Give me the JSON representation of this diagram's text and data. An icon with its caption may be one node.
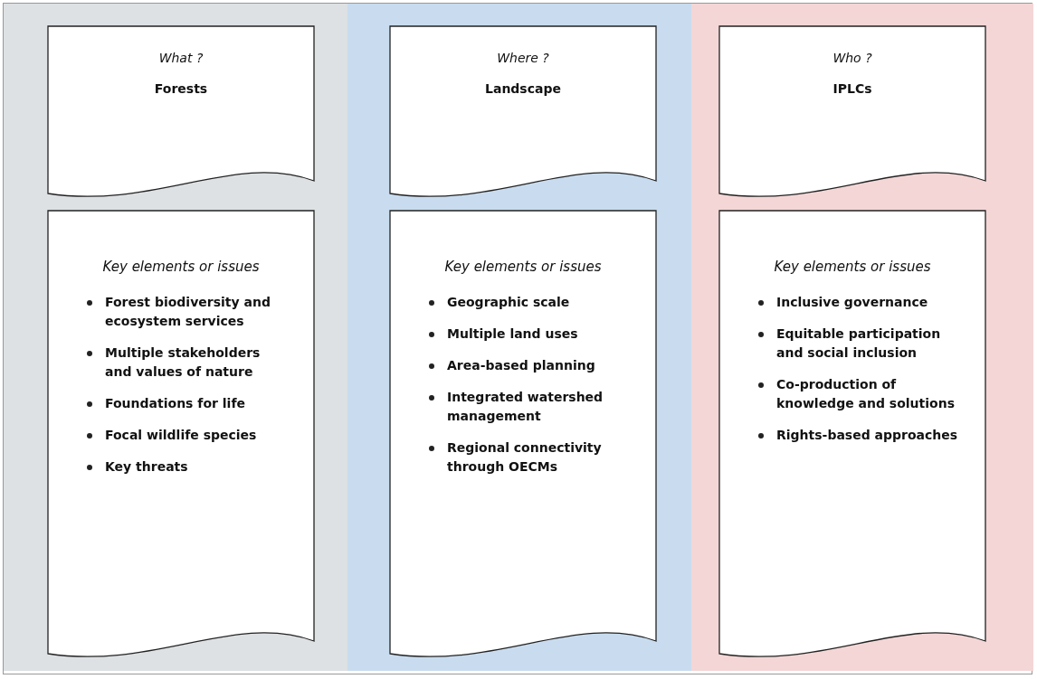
{
  "diagram": {
    "nodes": [
      {
        "text": [
          "What ?",
          "Forests"
        ]
      },
      {
        "text": [
          "Key elements or issues",
          "Forest biodiversity and ecosystem services",
          "Multiple stakeholders and values of nature",
          "Foundations for life",
          "Focal wildlife species",
          "Key threats"
        ]
      },
      {
        "text": [
          "Where ?",
          "Landscape"
        ]
      },
      {
        "text": [
          "Key elements or issues",
          "Geographic scale",
          "Multiple land uses",
          "Area-based planning",
          "Integrated watershed management",
          "Regional connectivity through OECMs"
        ]
      },
      {
        "text": [
          "Who ?",
          "IPLCs"
        ]
      },
      {
        "text": [
          "Key elements or issues",
          "Inclusive governance",
          "Equitable participation and social inclusion",
          "Co-production of knowledge and solutions",
          "Rights-based approaches"
        ]
      }
    ],
    "edges": []
  }
}
